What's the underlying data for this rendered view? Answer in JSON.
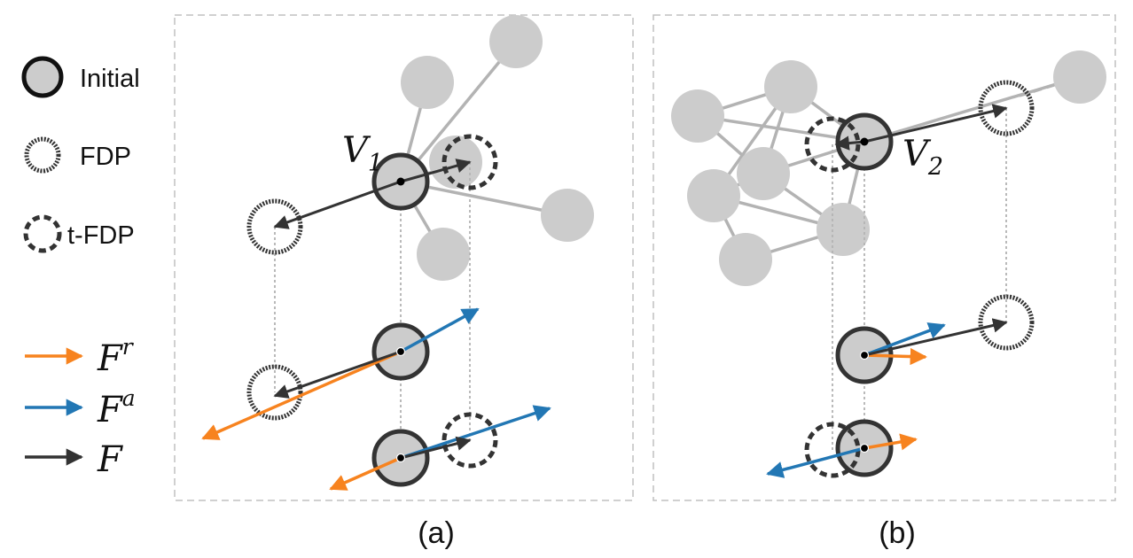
{
  "legend": {
    "initial": "Initial",
    "fdp": "FDP",
    "tfdp": "t-FDP",
    "force_repulsive": {
      "base": "F",
      "sup": "r"
    },
    "force_attractive": {
      "base": "F",
      "sup": "a"
    },
    "force_total": {
      "base": "F"
    }
  },
  "panels": {
    "a": {
      "caption": "(a)",
      "vertex": {
        "base": "V",
        "sub": "1"
      }
    },
    "b": {
      "caption": "(b)",
      "vertex": {
        "base": "V",
        "sub": "2"
      }
    }
  },
  "colors": {
    "repulsive": "#f7831f",
    "attractive": "#2277b4",
    "total": "#333333",
    "node_fill": "#cccccc",
    "node_stroke": "#333333",
    "edge": "#b3b3b3",
    "panel_border": "#c0c0c0"
  }
}
